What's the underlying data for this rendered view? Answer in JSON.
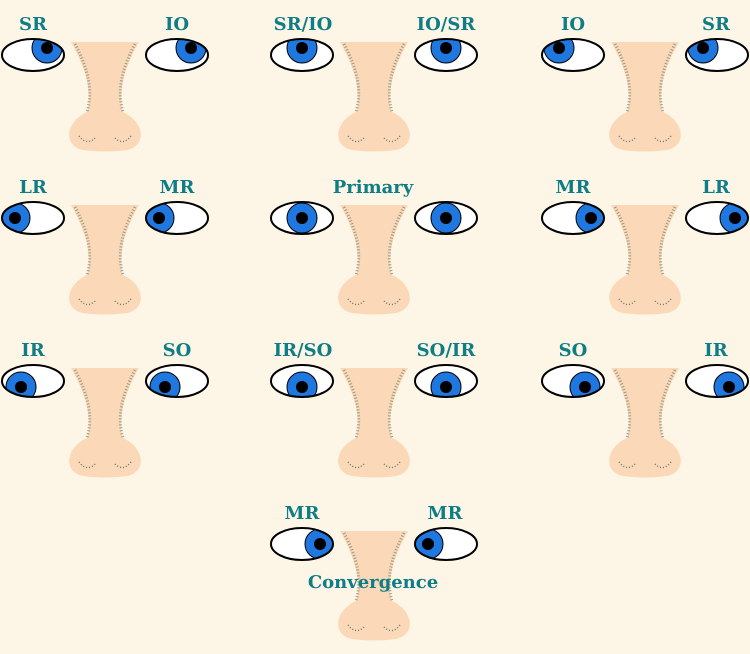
{
  "colors": {
    "background": "#fdf5e6",
    "label": "#0e7d86",
    "iris": "#1f78e0",
    "pupil": "#000000",
    "sclera": "#ffffff",
    "nose_skin": "#fbd9b8",
    "nose_shade": "#6b7b6b"
  },
  "panels": [
    {
      "id": "top-left",
      "left_label": "SR",
      "right_label": "IO",
      "gaze": "up-right"
    },
    {
      "id": "top-center",
      "left_label": "SR/IO",
      "right_label": "IO/SR",
      "gaze": "up"
    },
    {
      "id": "top-right",
      "left_label": "IO",
      "right_label": "SR",
      "gaze": "up-left"
    },
    {
      "id": "mid-left",
      "left_label": "LR",
      "right_label": "MR",
      "gaze": "right"
    },
    {
      "id": "mid-center",
      "center_label": "Primary",
      "gaze": "primary"
    },
    {
      "id": "mid-right",
      "left_label": "MR",
      "right_label": "LR",
      "gaze": "left"
    },
    {
      "id": "bottom-left",
      "left_label": "IR",
      "right_label": "SO",
      "gaze": "down-right"
    },
    {
      "id": "bottom-center",
      "left_label": "IR/SO",
      "right_label": "SO/IR",
      "gaze": "down"
    },
    {
      "id": "bottom-right",
      "left_label": "SO",
      "right_label": "IR",
      "gaze": "down-left"
    },
    {
      "id": "convergence",
      "left_label": "MR",
      "right_label": "MR",
      "bottom_label": "Convergence",
      "gaze": "convergence"
    }
  ]
}
